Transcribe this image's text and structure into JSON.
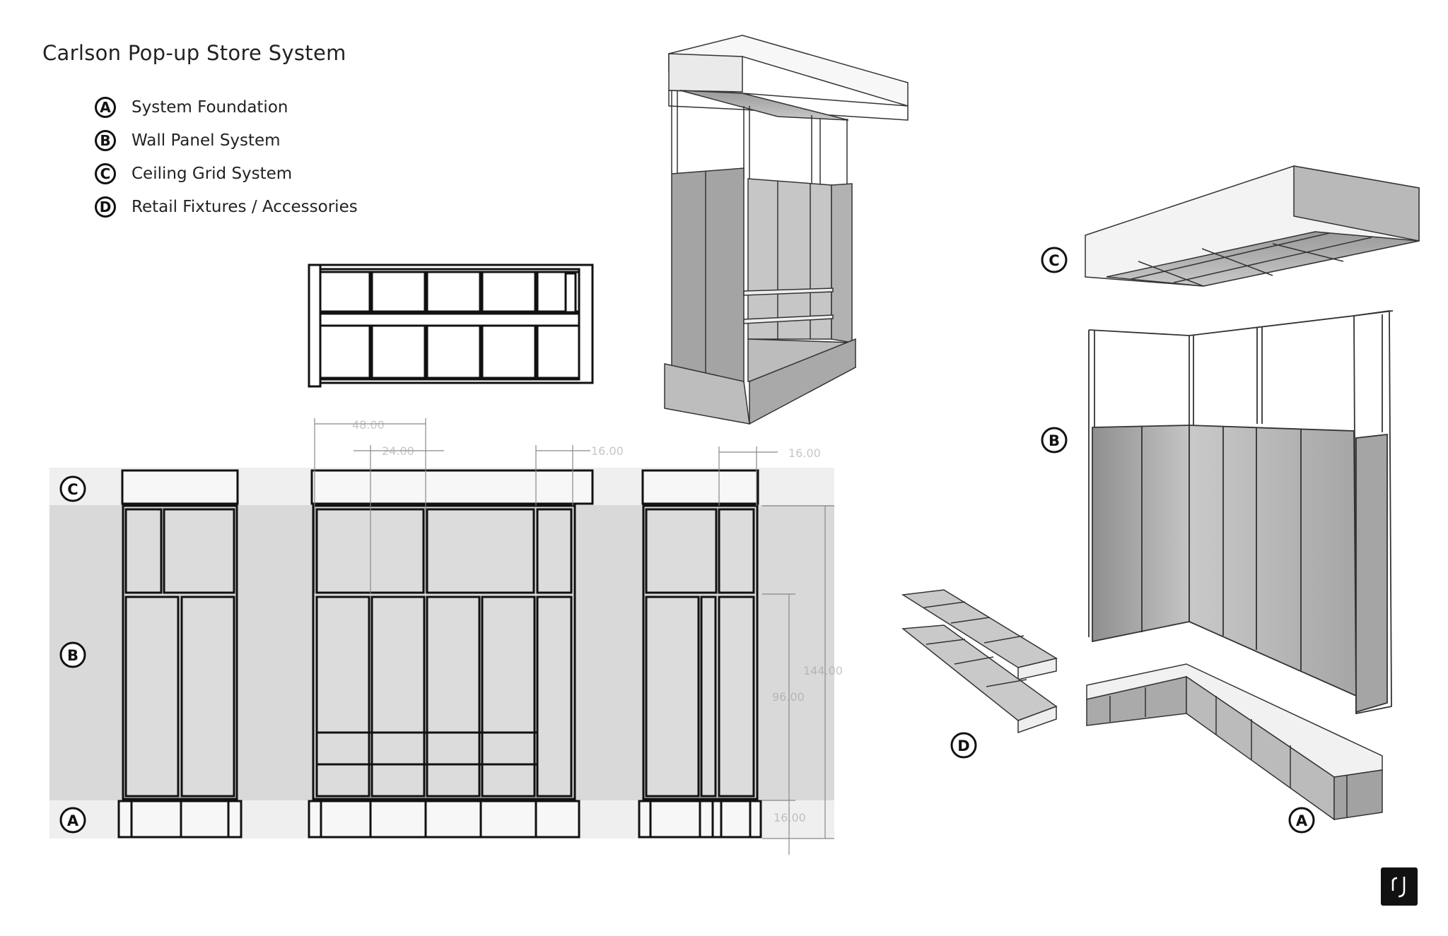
{
  "title": "Carlson Pop-up Store System",
  "legend": [
    {
      "letter": "A",
      "label": "System Foundation"
    },
    {
      "letter": "B",
      "label": "Wall Panel System"
    },
    {
      "letter": "C",
      "label": "Ceiling Grid System"
    },
    {
      "letter": "D",
      "label": "Retail Fixtures / Accessories"
    }
  ],
  "elevation_bands": {
    "top": "C",
    "middle": "B",
    "bottom": "A"
  },
  "dimensions": {
    "d1": "48.00",
    "d2": "24.00",
    "d3": "16.00",
    "d4": "16.00",
    "d5": "144.00",
    "d6": "96.00",
    "d7": "16.00"
  },
  "exploded_labels": {
    "c": "C",
    "b": "B",
    "d": "D",
    "a": "A"
  },
  "logo_icon": "rj-monogram-icon",
  "colors": {
    "band_light": "#efefef",
    "band_mid": "#d9d9d9",
    "panel_fill": "#dcdcdc",
    "panel_shade": "#a8a8a8",
    "ink": "#111111"
  }
}
